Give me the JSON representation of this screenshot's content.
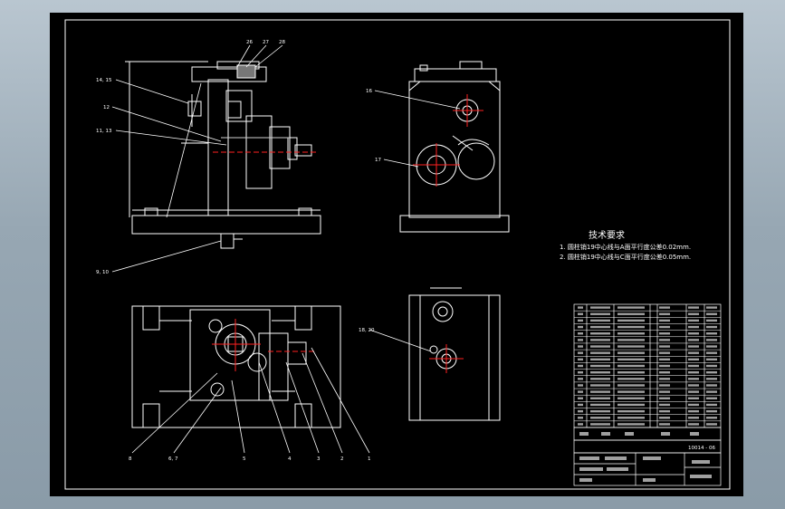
{
  "colors": {
    "background": "#000000",
    "line": "#ffffff",
    "center_line": "#ff2020",
    "frame_bg": "#9aa9b5"
  },
  "tech_requirements": {
    "title": "技术要求",
    "items": [
      "1.  圆柱销19中心线与A面平行度公差0.02mm.",
      "2.  圆柱销19中心线与C面平行度公差0.05mm."
    ]
  },
  "balloons_top": [
    "26",
    "27",
    "28"
  ],
  "balloons_left": [
    "14, 15",
    "12",
    "11, 13",
    "9, 10"
  ],
  "balloons_side": [
    "16",
    "17"
  ],
  "balloon_section": "18, 20",
  "balloons_bottom": [
    "8",
    "6, 7",
    "5",
    "4",
    "3",
    "2",
    "1"
  ],
  "title_block": {
    "designation": "10014 - 06"
  }
}
